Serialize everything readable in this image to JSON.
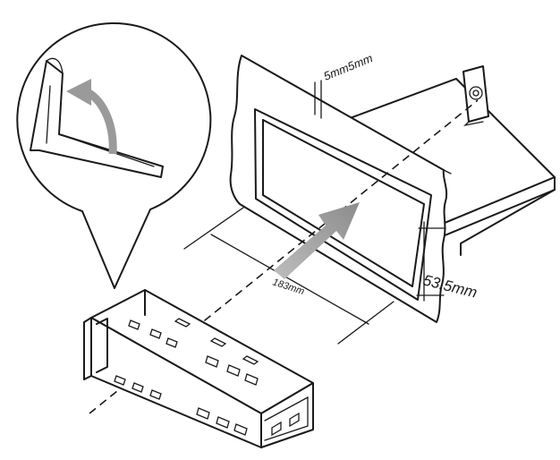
{
  "labels": {
    "gap": "5mm5mm",
    "width": "183mm",
    "height": "53.5mm"
  },
  "colors": {
    "line": "#1a1a1a",
    "arrow": "#9a9a9a",
    "background": "#ffffff"
  },
  "icons": {
    "tab_bend_arrow": "curved-arrow-icon",
    "insert_arrow": "arrow-up-right-icon"
  }
}
